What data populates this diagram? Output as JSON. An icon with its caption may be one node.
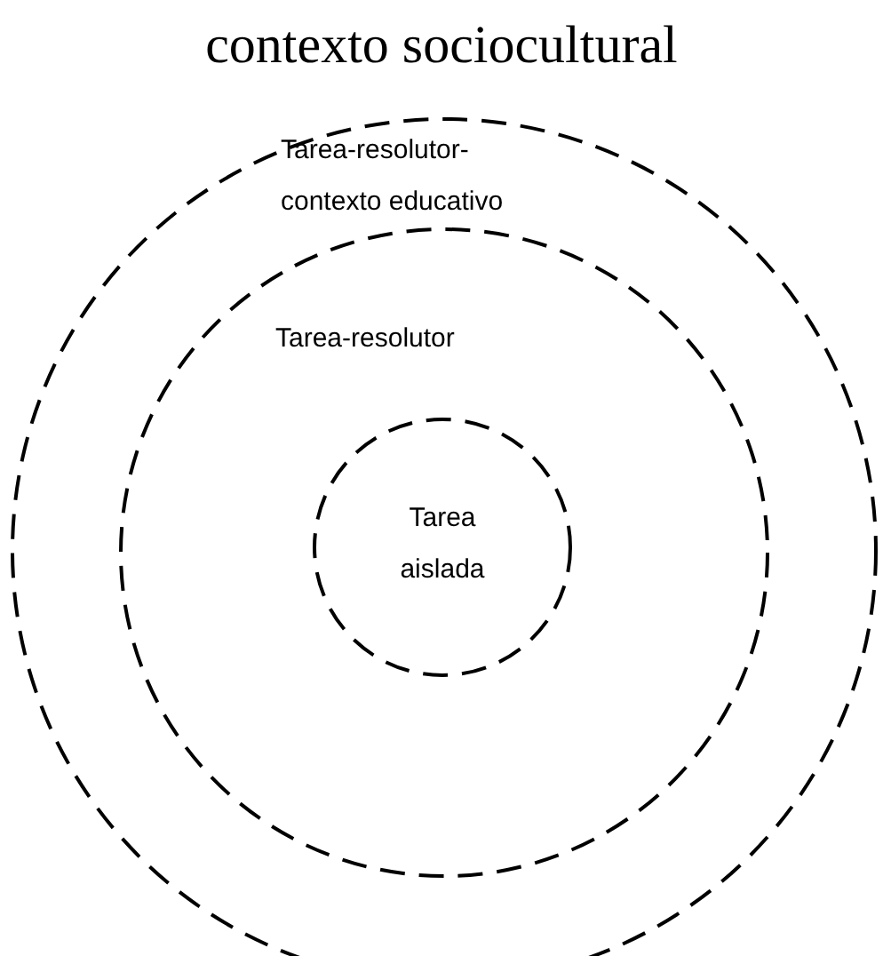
{
  "diagram": {
    "title": "contexto sociocultural",
    "nodes": [
      {
        "text": [
          "Tarea-resolutor- contexto educativo"
        ]
      },
      {
        "text": [
          "Tarea-resolutor"
        ],
        "in": 0
      },
      {
        "text": [
          "Tarea aislada"
        ],
        "in": 1
      }
    ]
  }
}
